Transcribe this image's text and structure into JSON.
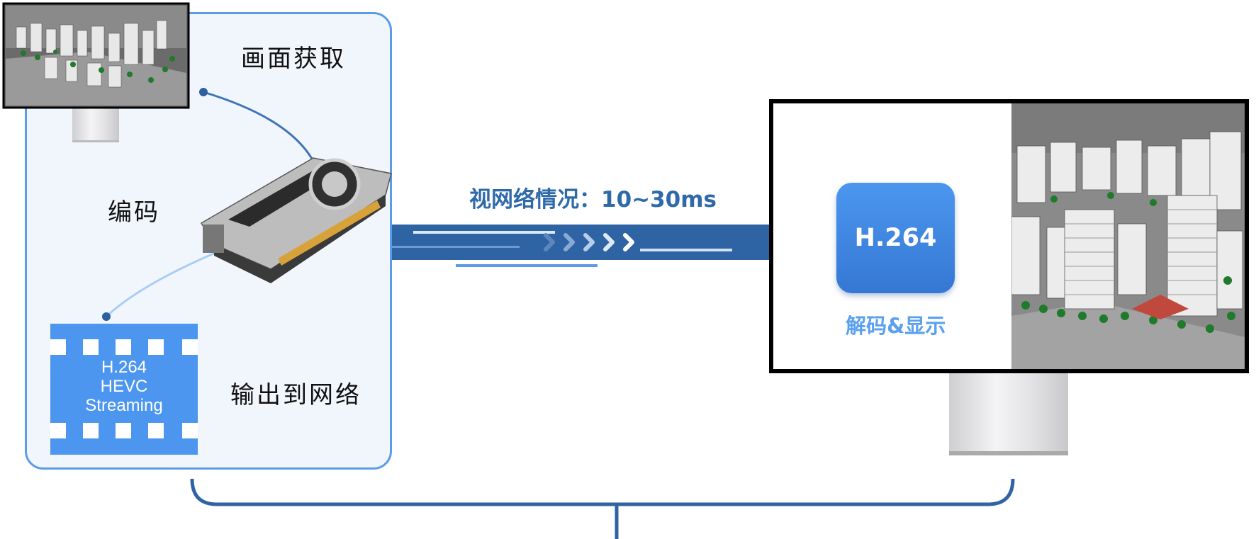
{
  "labels": {
    "capture": "画面获取",
    "encode": "编码",
    "output": "输出到网络",
    "network": "视网络情况：10~30ms",
    "decode": "解码&显示"
  },
  "codec_box": {
    "label": "H.264"
  },
  "stream_formats": [
    "H.264",
    "HEVC",
    "Streaming"
  ],
  "colors": {
    "panel_border": "#5b9be8",
    "panel_fill": "#f1f6fd",
    "stream_band": "#2e64a3",
    "codec_box": "#3f86e4",
    "film": "#4d96f0",
    "network_text": "#2e6aaa",
    "decode_text": "#5aa0ee",
    "bracket": "#2e64a3"
  },
  "icons": {
    "gpu": "gpu-card-icon",
    "source_monitor": "monitor-icon",
    "film": "film-strip-icon",
    "arrows": "chevron-right-icon"
  }
}
